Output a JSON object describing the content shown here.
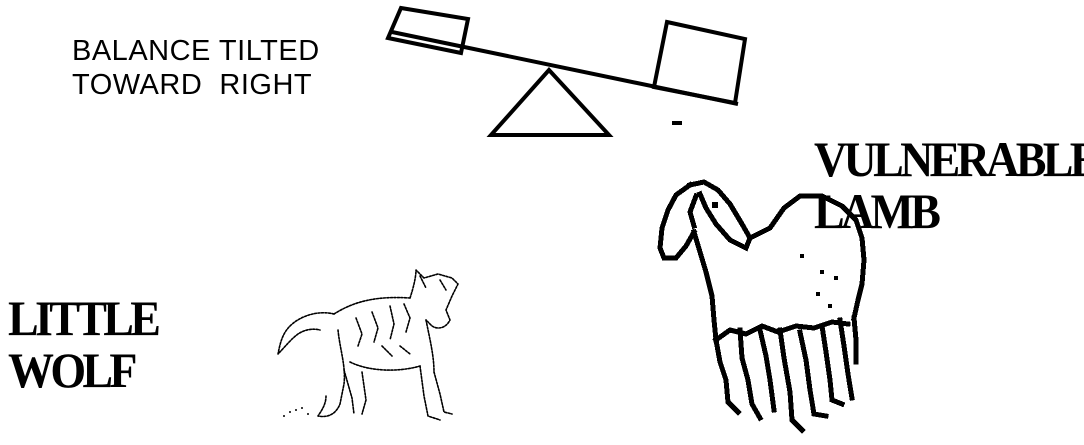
{
  "balance_caption": {
    "line1": "BALANCE TILTED",
    "line2": "TOWARD  RIGHT"
  },
  "lamb_caption": {
    "line1": "VULNERABLE",
    "line2": "LAMB"
  },
  "wolf_caption": {
    "line1": "LITTLE",
    "line2": "WOLF"
  },
  "colors": {
    "ink": "#000000",
    "background": "#ffffff"
  },
  "icons": {
    "balance": "seesaw-icon",
    "wolf": "wolf-illustration",
    "lamb": "lamb-illustration"
  }
}
